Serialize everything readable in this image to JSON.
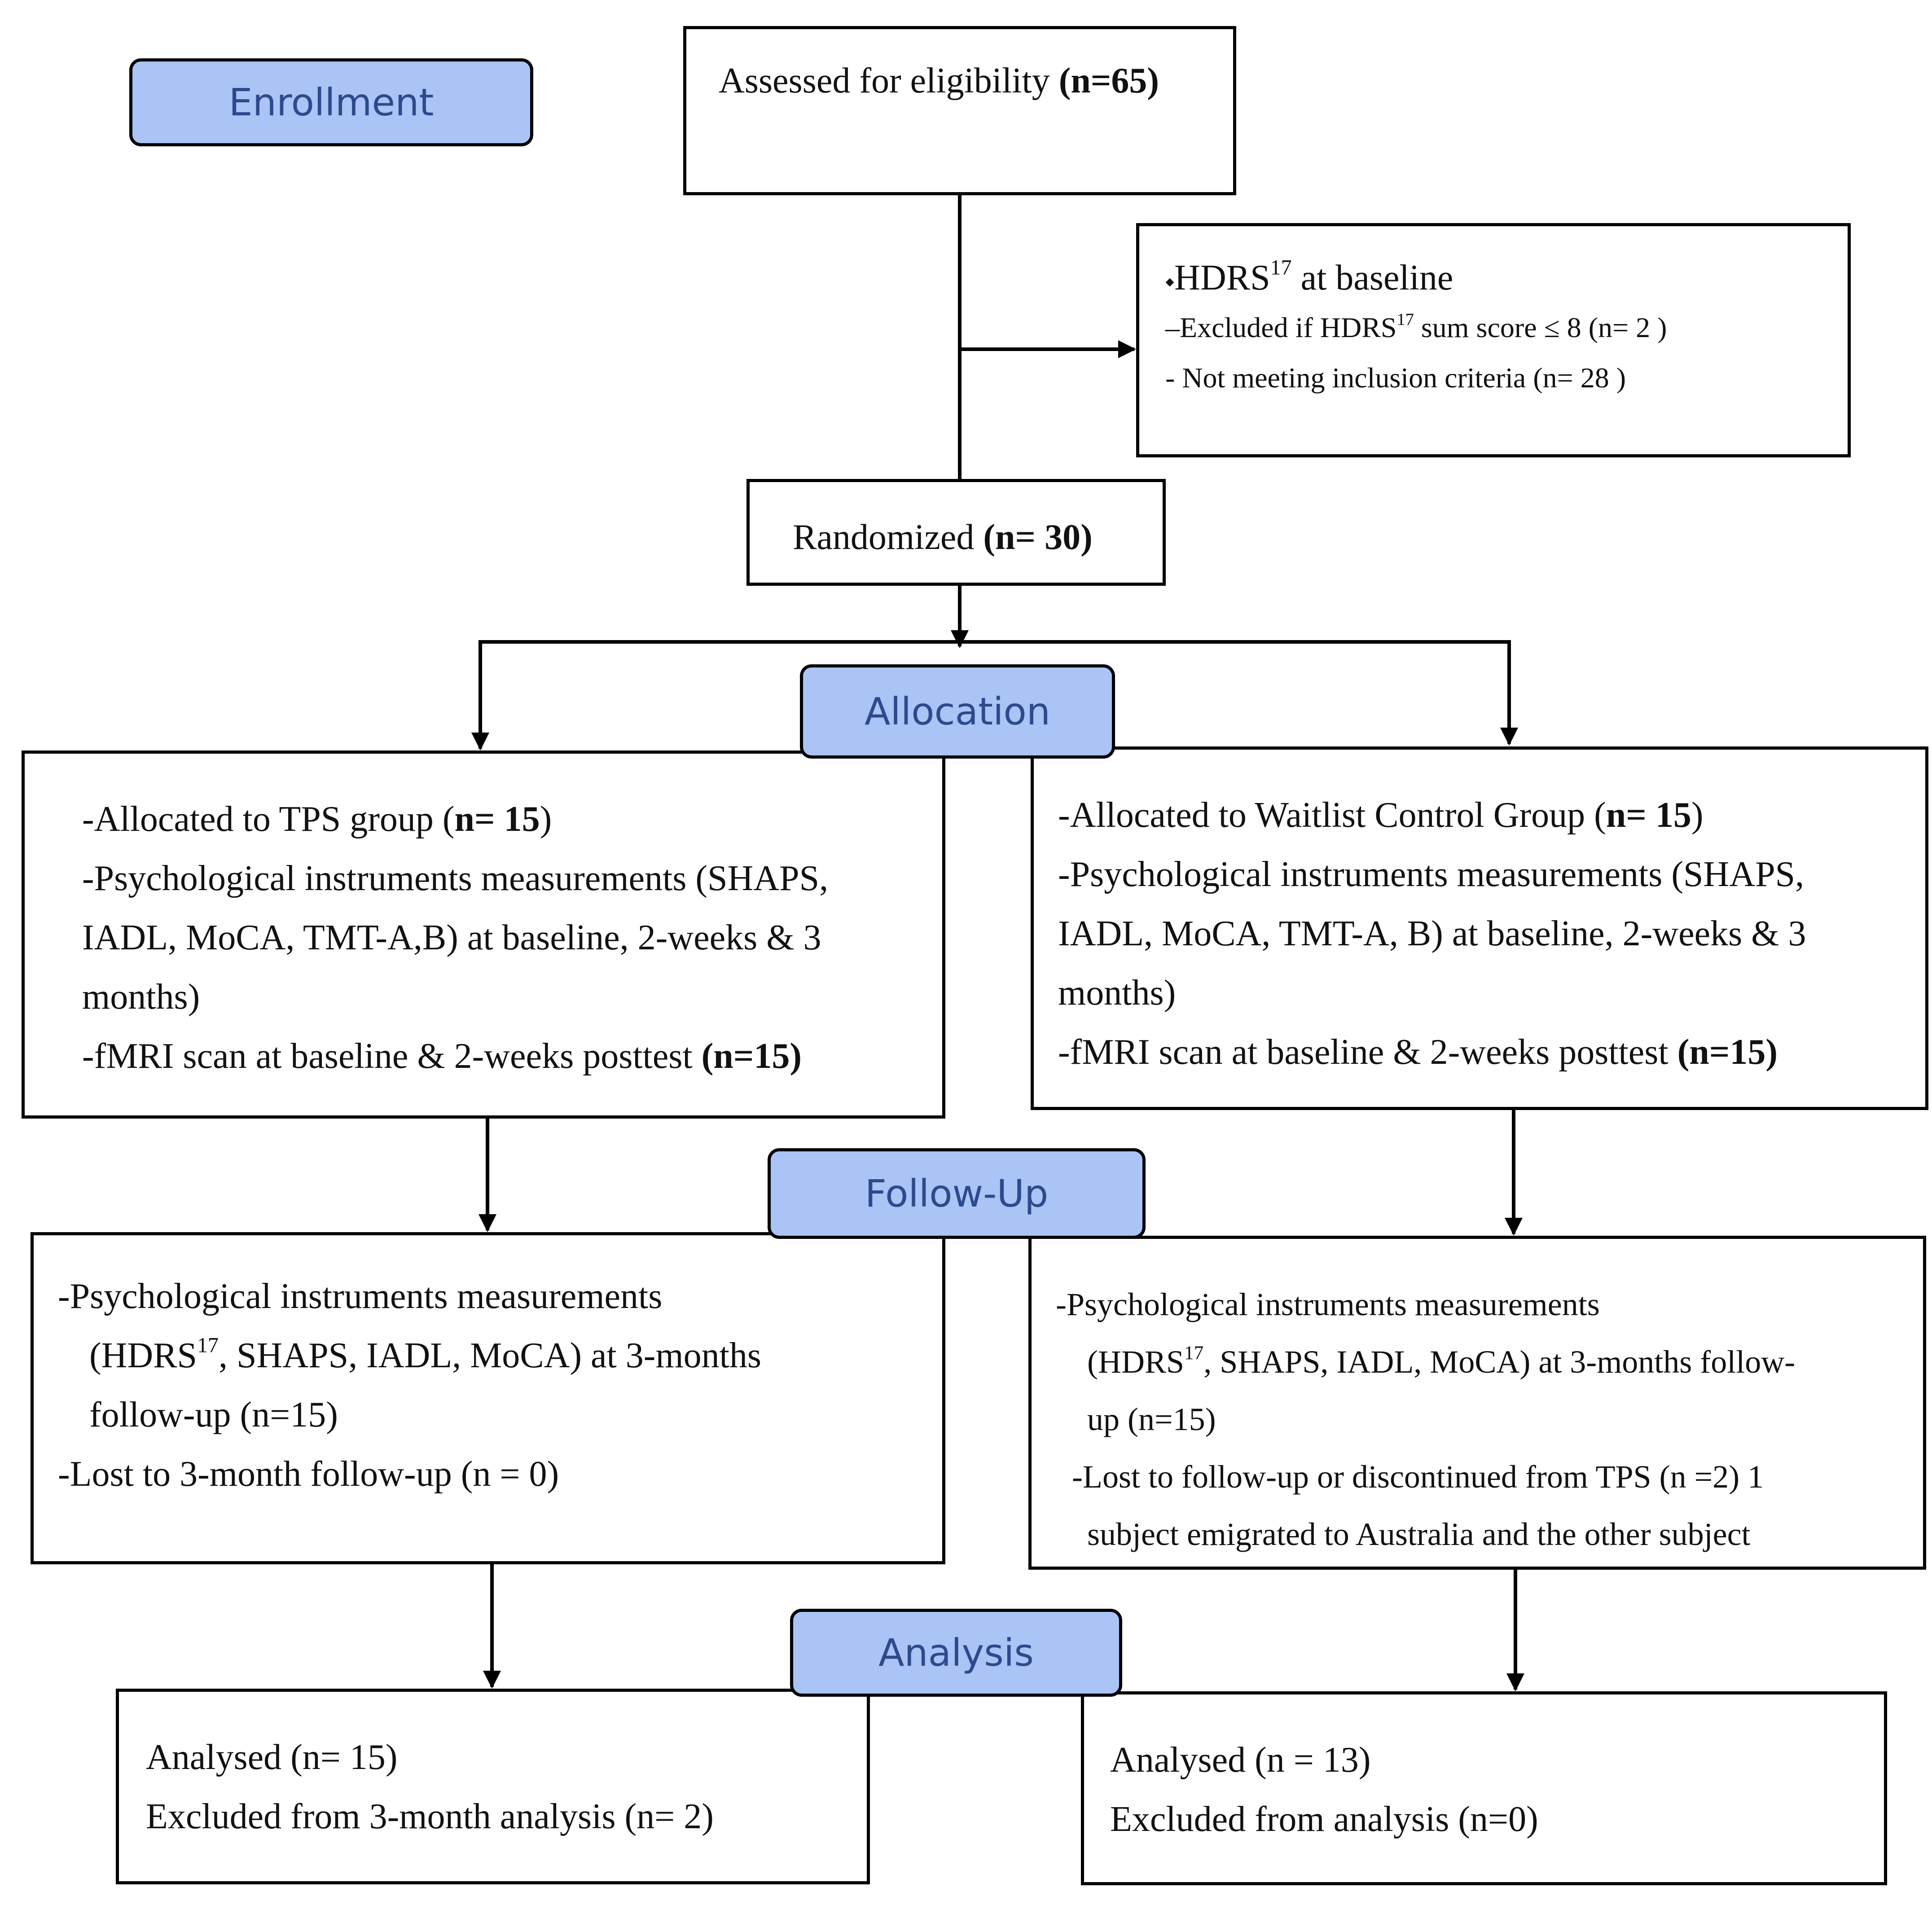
{
  "stages": {
    "enrollment": "Enrollment",
    "allocation": "Allocation",
    "follow_up": "Follow-Up",
    "analysis": "Analysis"
  },
  "enrollment": {
    "assessed": {
      "text": "Assessed for eligibility ",
      "count": "(n=65)"
    },
    "excluded": {
      "bullet": "⬩",
      "title_pre": "HDRS",
      "title_sup": "17",
      "title_post": " at baseline",
      "hdrs_pre": "–Excluded if HDRS",
      "hdrs_sup": "17",
      "hdrs_post": " sum score ≤ 8 (n=   2 )",
      "criteria": "- Not meeting inclusion criteria (n= 28 )"
    },
    "randomized": {
      "text": "Randomized ",
      "count": "(n= 30)"
    }
  },
  "allocation": {
    "tps": {
      "allocated_text": "-Allocated to TPS group (",
      "allocated_count": "n= 15",
      "allocated_close": ")",
      "psych": "-Psychological instruments measurements (SHAPS,",
      "psych_2": "IADL, MoCA, TMT-A,B) at baseline, 2-weeks & 3",
      "psych_3": "months)",
      "fmri_text": "-fMRI scan at baseline & 2-weeks posttest ",
      "fmri_count": "(n=15)"
    },
    "waitlist": {
      "allocated_text": "-Allocated to Waitlist Control Group (",
      "allocated_count": "n= 15",
      "allocated_close": ")",
      "psych": "-Psychological instruments measurements (SHAPS,",
      "psych_2": "IADL, MoCA, TMT-A, B) at baseline, 2-weeks & 3",
      "psych_3": "months)",
      "fmri_text": "-fMRI scan at baseline & 2-weeks posttest ",
      "fmri_count": "(n=15)"
    }
  },
  "follow_up": {
    "tps": {
      "line1": "-Psychological instruments measurements",
      "line2_pre": "(HDRS",
      "line2_sup": "17",
      "line2_post": ", SHAPS, IADL, MoCA) at 3-months",
      "line3": "follow-up (n=15)",
      "lost": "-Lost to 3-month follow-up (n = 0)"
    },
    "waitlist": {
      "line1": "-Psychological instruments measurements",
      "line2_pre": "(HDRS",
      "line2_sup": "17",
      "line2_post": ", SHAPS, IADL, MoCA) at 3-months follow-",
      "line3": "up (n=15)",
      "lost": "-Lost to follow-up or discontinued from TPS (n =2) 1",
      "lost_2": "subject emigrated to Australia and the other subject"
    }
  },
  "analysis": {
    "tps": {
      "analysed": "Analysed (n= 15)",
      "excluded": "Excluded from 3-month analysis (n= 2)"
    },
    "waitlist": {
      "analysed": "Analysed (n = 13)",
      "excluded": "Excluded from analysis (n=0)"
    }
  }
}
